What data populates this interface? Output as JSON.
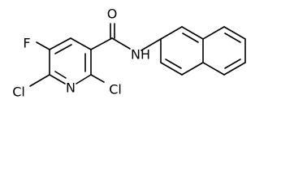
{
  "molecule": {
    "atoms": {
      "fluorine": "F",
      "chlorine_left": "Cl",
      "pyridine_nitrogen": "N",
      "chlorine_right": "Cl",
      "carbonyl_oxygen": "O",
      "amide_nh": "N",
      "amide_h": "H"
    }
  },
  "colors": {
    "ink": "#000000",
    "background": "#ffffff"
  }
}
